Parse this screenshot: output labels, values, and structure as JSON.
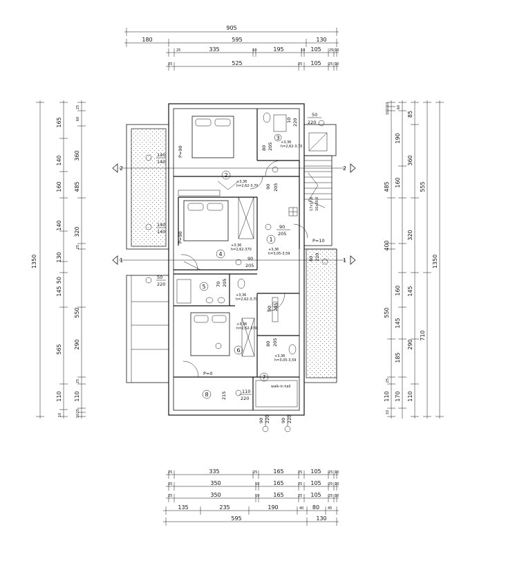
{
  "dimensions": {
    "top": {
      "row1": [
        "905"
      ],
      "row2": [
        "180",
        "595",
        "130"
      ],
      "row3": [
        "25",
        "335",
        "10",
        "195",
        "10",
        "105",
        "25",
        "10"
      ],
      "row4": [
        "25",
        "525",
        "25",
        "105",
        "25",
        "10"
      ]
    },
    "bottom": {
      "row1": [
        "25",
        "335",
        "25",
        "165",
        "25",
        "105",
        "25",
        "10"
      ],
      "row2": [
        "25",
        "350",
        "10",
        "165",
        "25",
        "105",
        "25",
        "10"
      ],
      "row3": [
        "25",
        "350",
        "10",
        "165",
        "25",
        "105",
        "25",
        "10"
      ],
      "row4": [
        "135",
        "235",
        "190",
        "40",
        "80",
        "45"
      ],
      "row5": [
        "595",
        "130"
      ]
    },
    "left": {
      "total": "1350",
      "col2": [
        "165",
        "140",
        "160",
        "140",
        "130",
        "50",
        "145",
        "565",
        "110",
        "10"
      ],
      "col3": [
        "25",
        "60",
        "360",
        "485",
        "320",
        "25",
        "550",
        "290",
        "25",
        "110",
        "25",
        "10"
      ]
    },
    "right": {
      "total": "1350",
      "col1": [
        "10",
        "10",
        "10",
        "485",
        "400",
        "550",
        "110",
        "10",
        "25"
      ],
      "col2": [
        "60",
        "190",
        "160",
        "160",
        "145",
        "185",
        "170",
        "110"
      ],
      "col3": [
        "85",
        "360",
        "320",
        "145",
        "290",
        "110"
      ],
      "col4": [
        "555",
        "710"
      ]
    }
  },
  "section_marks": {
    "left_top": "2",
    "right_top": "2",
    "left_bottom": "1",
    "right_bottom": "1"
  },
  "rooms": {
    "r1": "1",
    "r2": "2",
    "r3": "3",
    "r4": "4",
    "r5": "5",
    "r6": "6",
    "r7": "7",
    "r8": "8"
  },
  "openings": {
    "win_top_right": [
      "50",
      "220"
    ],
    "win_left_top": [
      "140",
      "140"
    ],
    "win_left_mid": [
      "140",
      "140"
    ],
    "win_left_low": [
      "50",
      "220"
    ],
    "door_hall": [
      "90",
      "205"
    ],
    "door_room4": [
      "90",
      "205"
    ],
    "door_bath_top": [
      "90",
      "205"
    ],
    "door_bath3": [
      "80",
      "205"
    ],
    "door_bath5": [
      "70",
      "205"
    ],
    "door_bath7": [
      "80",
      "205"
    ],
    "door_room6": [
      "90",
      "205"
    ],
    "door_room8": [
      "110",
      "220"
    ],
    "door_room8b": [
      "215"
    ],
    "win_bottom_1": [
      "90",
      "220"
    ],
    "win_bottom_2": [
      "90",
      "220"
    ],
    "win_right_low": [
      "80",
      "220"
    ],
    "door_top_small": [
      "10",
      "220"
    ]
  },
  "labels": {
    "p90_top": "P=90",
    "p90_mid": "P=90",
    "p0": "P=0",
    "p10": "P=10",
    "walk_in": "walk-in hall",
    "stair_1": "17x17,6",
    "stair_2": "16x30,0",
    "lvl_3": "+3,36",
    "lvl_3b": "h=2,62-3,70",
    "lvl_2": "+3,36",
    "lvl_2b": "h=2,62-3,70",
    "lvl_4": "+3,36",
    "lvl_4b": "h=2,62-370",
    "lvl_1": "+3,36",
    "lvl_1b": "h=3,05-3,59",
    "lvl_5": "+3,36",
    "lvl_5b": "h=2,62-3,70",
    "lvl_6": "+3,36",
    "lvl_6b": "h=2,62-370",
    "lvl_7": "+3,36",
    "lvl_7b": "h=3,05-3,59"
  }
}
